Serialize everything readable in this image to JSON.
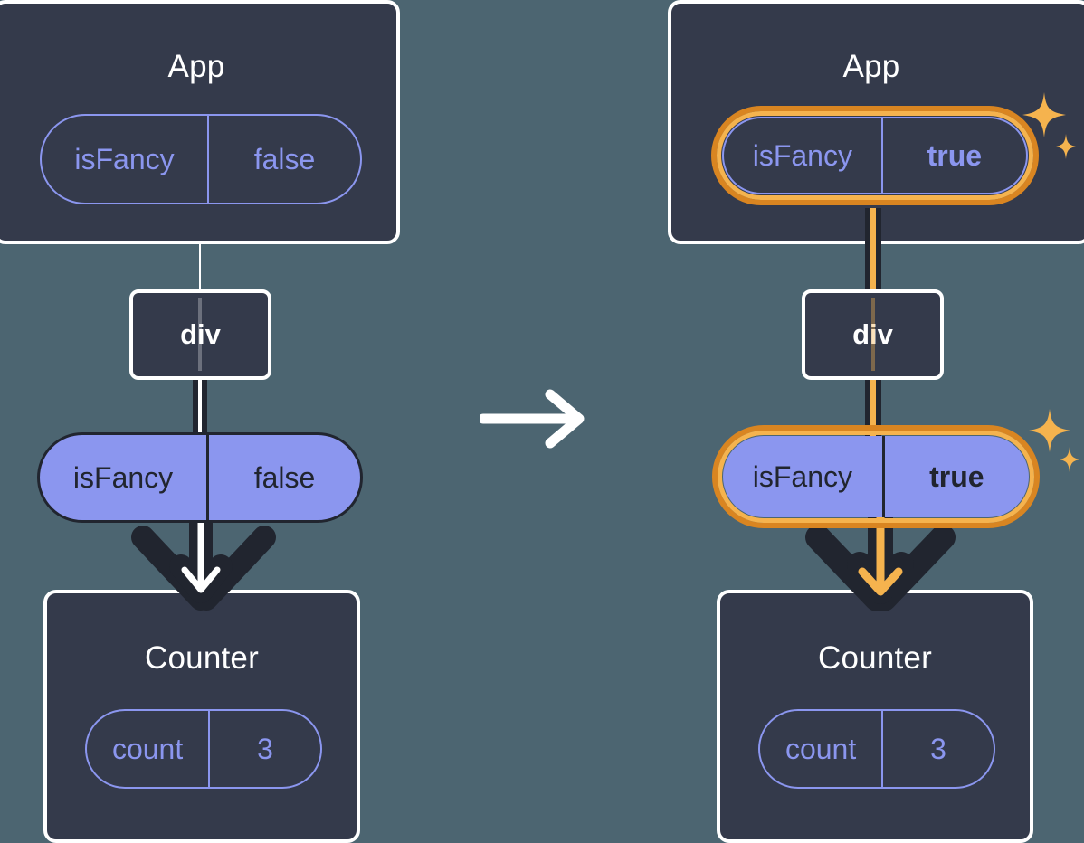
{
  "diagram": {
    "title": "React state propagation: isFancy false to true",
    "background_color": "#4c6571",
    "panel_color": "#343a4b",
    "panel_border_color": "#ffffff",
    "accent_purple": "#8b96ef",
    "accent_orange_dark": "#d98521",
    "accent_orange_light": "#f5b34e",
    "edge_dark": "#21252f"
  },
  "transition": {
    "icon": "arrow-right-icon",
    "color": "#ffffff"
  },
  "before": {
    "app": {
      "title": "App",
      "state": {
        "name": "isFancy",
        "value": "false",
        "highlighted": false
      }
    },
    "div": {
      "label": "div"
    },
    "prop": {
      "name": "isFancy",
      "value": "false",
      "highlighted": false
    },
    "counter": {
      "title": "Counter",
      "state": {
        "name": "count",
        "value": "3",
        "highlighted": false
      }
    },
    "arrow_color": "#ffffff"
  },
  "after": {
    "app": {
      "title": "App",
      "state": {
        "name": "isFancy",
        "value": "true",
        "highlighted": true
      }
    },
    "div": {
      "label": "div"
    },
    "prop": {
      "name": "isFancy",
      "value": "true",
      "highlighted": true
    },
    "counter": {
      "title": "Counter",
      "state": {
        "name": "count",
        "value": "3",
        "highlighted": false
      }
    },
    "arrow_color": "#f5b34e",
    "sparkles": [
      {
        "name": "sparkle-icon-app",
        "color": "#f5b34e"
      },
      {
        "name": "sparkle-icon-prop",
        "color": "#f5b34e"
      }
    ]
  }
}
